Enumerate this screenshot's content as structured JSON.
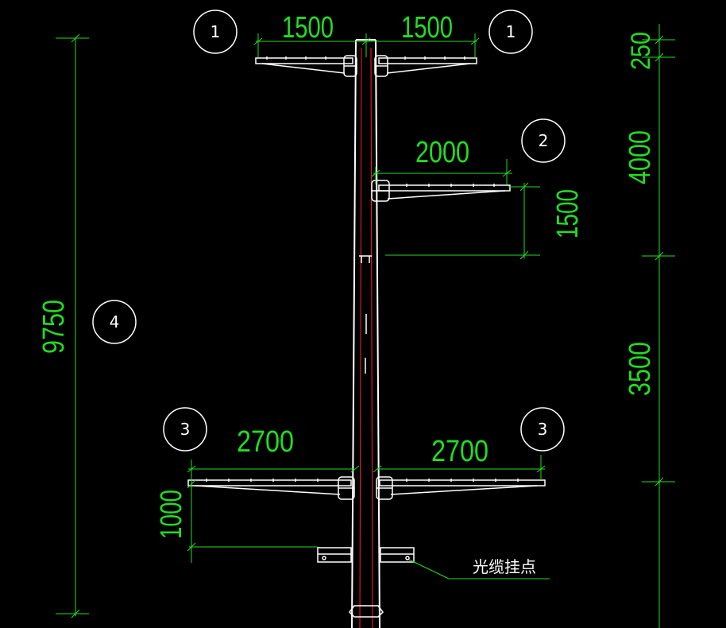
{
  "drawing": {
    "colors": {
      "background": "#000000",
      "dimension": "#22dd22",
      "structure": "#ffffff",
      "centerline": "#ff2020"
    },
    "dimensions": {
      "top_left_arm": "1500",
      "top_right_arm": "1500",
      "mid_arm": "2000",
      "mid_drop": "1500",
      "bottom_left_arm": "2700",
      "bottom_right_arm": "2700",
      "bottom_drop": "1000",
      "total_height": "9750",
      "right_seg_top": "250",
      "right_seg_mid": "4000",
      "right_seg_low": "3500"
    },
    "bubbles": {
      "top_left": "1",
      "top_right": "1",
      "mid": "2",
      "bottom_left": "3",
      "bottom_right": "3",
      "pole": "4"
    },
    "note": "光缆挂点"
  }
}
